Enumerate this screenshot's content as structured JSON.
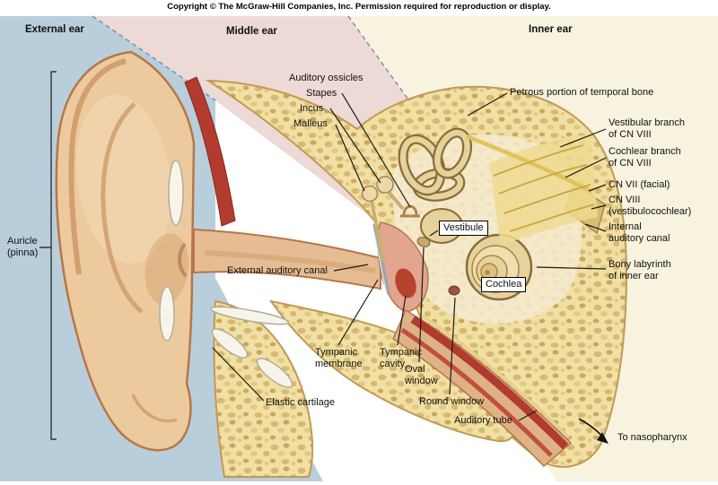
{
  "copyright": "Copyright © The McGraw-Hill Companies, Inc. Permission required for reproduction or display.",
  "regions": {
    "external_ear": "External ear",
    "middle_ear": "Middle ear",
    "inner_ear": "Inner ear"
  },
  "labels": {
    "auditory_ossicles": "Auditory ossicles",
    "stapes": "Stapes",
    "incus": "Incus",
    "malleus": "Malleus",
    "petrous": "Petrous portion of temporal bone",
    "vestibular_branch": "Vestibular branch\nof CN VIII",
    "cochlear_branch": "Cochlear branch\nof CN VIII",
    "cn7": "CN VII (facial)",
    "cn8": "CN VIII\n(vestibulocochlear)",
    "internal_auditory_canal": "Internal\nauditory canal",
    "bony_labyrinth": "Bony labyrinth\nof inner ear",
    "vestibule": "Vestibule",
    "cochlea": "Cochlea",
    "auricle": "Auricle\n(pinna)",
    "external_auditory_canal": "External auditory canal",
    "elastic_cartilage": "Elastic cartilage",
    "tympanic_membrane": "Tympanic\nmembrane",
    "tympanic_cavity": "Tympanic\ncavity",
    "oval_window": "Oval\nwindow",
    "round_window": "Round window",
    "auditory_tube": "Auditory tube",
    "to_nasopharynx": "To nasopharynx"
  },
  "palette": {
    "external_region_blue": "#b9cedb",
    "middle_region_pink": "#edd9d5",
    "inner_region_cream": "#f8f3df",
    "spongy_bone": "#f0e0a4",
    "muscle_red": "#b23b2f",
    "labyrinth_tan": "#e6d29b"
  }
}
